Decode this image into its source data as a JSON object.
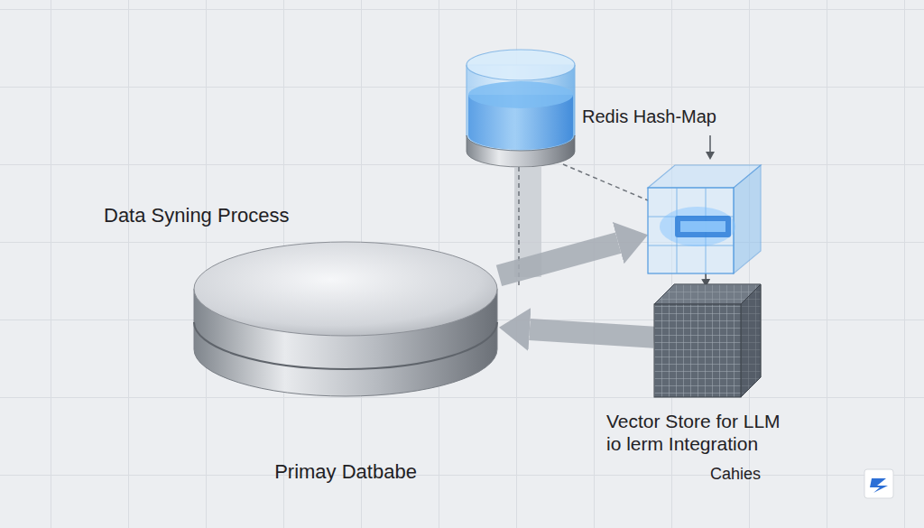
{
  "diagram": {
    "nodes": [
      {
        "text": [
          "Redis Hash-Map"
        ]
      },
      {
        "text": [
          "Primay Datbabe"
        ]
      },
      {
        "text": [
          "Vector Store for LLM io lerm Integration",
          "Cahies"
        ]
      }
    ],
    "edges": [
      {
        "from": 1,
        "to": 0,
        "arrow": "to"
      },
      {
        "from": 0,
        "to": 2,
        "arrow": "to"
      },
      {
        "from": 2,
        "to": 1,
        "arrow": "to"
      }
    ],
    "labels": [
      "Data Syning Process"
    ]
  }
}
